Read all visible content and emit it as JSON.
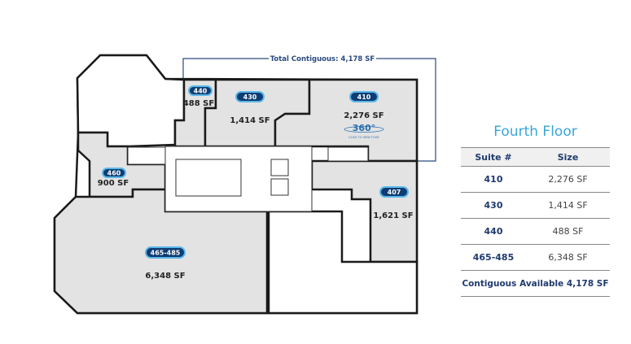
{
  "plan": {
    "contiguous_label": "Total Contiguous: 4,178 SF",
    "suites": [
      {
        "id": "440",
        "size": "488 SF"
      },
      {
        "id": "430",
        "size": "1,414 SF"
      },
      {
        "id": "410",
        "size": "2,276 SF"
      },
      {
        "id": "460",
        "size": "900 SF"
      },
      {
        "id": "407",
        "size": "1,621 SF"
      },
      {
        "id": "465-485",
        "size": "6,348 SF"
      }
    ],
    "tour": {
      "label": "360°",
      "caption": "CLICK TO VIEW TOUR",
      "icon": "360-tour-icon"
    }
  },
  "table": {
    "title": "Fourth Floor",
    "headers": [
      "Suite #",
      "Size"
    ],
    "rows": [
      [
        "410",
        "2,276 SF"
      ],
      [
        "430",
        "1,414 SF"
      ],
      [
        "440",
        "488 SF"
      ],
      [
        "465-485",
        "6,348 SF"
      ]
    ],
    "footer": "Contiguous Available 4,178 SF"
  },
  "colors": {
    "available": "#e3e3e3",
    "pill": "#0e3d73",
    "pill_glow": "#5bb8e8",
    "title": "#3aa6d6",
    "text": "#1f3a6e"
  }
}
